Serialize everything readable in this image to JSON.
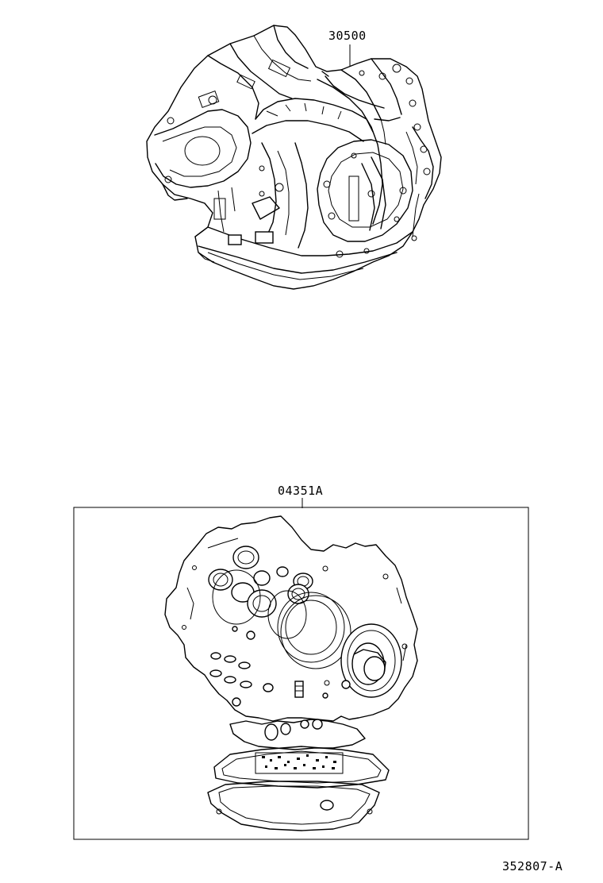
{
  "parts": {
    "transaxle_assembly": "30500",
    "overhaul_gasket_kit": "04351A"
  },
  "diagram_ref": "352807-A"
}
